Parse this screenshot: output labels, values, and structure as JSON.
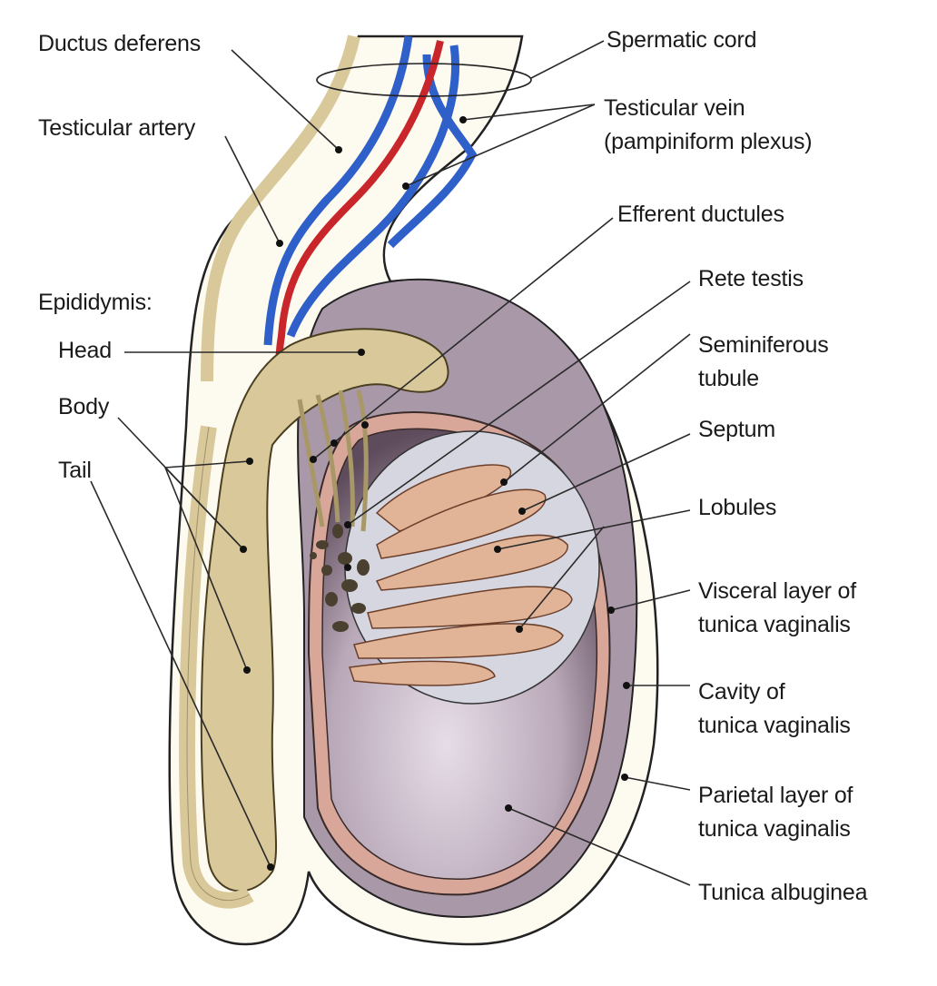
{
  "title": "Testis and spermatic cord — sagittal section",
  "labels": {
    "ductus_deferens": "Ductus deferens",
    "testicular_artery": "Testicular artery",
    "epididymis": "Epididymis:",
    "head": "Head",
    "body": "Body",
    "tail": "Tail",
    "spermatic_cord": "Spermatic cord",
    "testicular_vein_1": "Testicular vein",
    "testicular_vein_2": "(pampiniform plexus)",
    "efferent_ductules": "Efferent ductules",
    "rete_testis": "Rete testis",
    "seminiferous_1": "Seminiferous",
    "seminiferous_2": "tubule",
    "septum": "Septum",
    "lobules": "Lobules",
    "visceral_1": "Visceral layer of",
    "visceral_2": "tunica vaginalis",
    "cavity_1": "Cavity of",
    "cavity_2": "tunica vaginalis",
    "parietal_1": "Parietal layer of",
    "parietal_2": "tunica vaginalis",
    "tunica_albuginea": "Tunica albuginea"
  },
  "colors": {
    "epididymis": "#d9c99a",
    "vein": "#2f5fc8",
    "artery": "#c8262a",
    "testis_body": "#b8a6b6",
    "tubules": "#e2b497",
    "rete": "#d6d6e0",
    "albuginea": "#d9a79a",
    "cord_sheath": "#fdfaf0"
  }
}
